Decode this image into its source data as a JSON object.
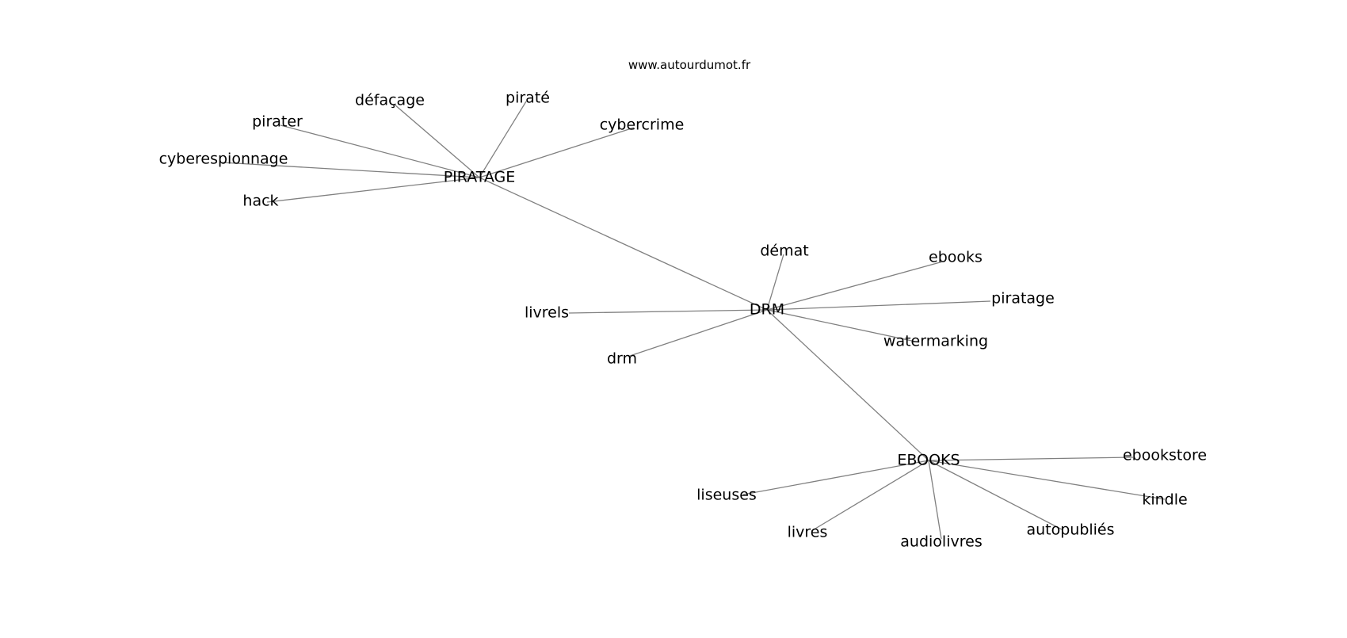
{
  "site": "www.autourdumot.fr",
  "colors": {
    "edge": "#808080",
    "text": "#000000",
    "background": "#ffffff"
  },
  "hubs": [
    {
      "id": "PIRATAGE",
      "label": "PIRATAGE"
    },
    {
      "id": "DRM",
      "label": "DRM"
    },
    {
      "id": "EBOOKS",
      "label": "EBOOKS"
    }
  ],
  "leaves": [
    {
      "id": "defacage",
      "label": "défaçage",
      "hub": "PIRATAGE"
    },
    {
      "id": "pirate",
      "label": "piraté",
      "hub": "PIRATAGE"
    },
    {
      "id": "cybercrime",
      "label": "cybercrime",
      "hub": "PIRATAGE"
    },
    {
      "id": "pirater",
      "label": "pirater",
      "hub": "PIRATAGE"
    },
    {
      "id": "cyberespionnage",
      "label": "cyberespionnage",
      "hub": "PIRATAGE"
    },
    {
      "id": "hack",
      "label": "hack",
      "hub": "PIRATAGE"
    },
    {
      "id": "demat",
      "label": "démat",
      "hub": "DRM"
    },
    {
      "id": "ebooks",
      "label": "ebooks",
      "hub": "DRM"
    },
    {
      "id": "piratage",
      "label": "piratage",
      "hub": "DRM"
    },
    {
      "id": "watermarking",
      "label": "watermarking",
      "hub": "DRM"
    },
    {
      "id": "livrels",
      "label": "livrels",
      "hub": "DRM"
    },
    {
      "id": "drm",
      "label": "drm",
      "hub": "DRM"
    },
    {
      "id": "ebookstore",
      "label": "ebookstore",
      "hub": "EBOOKS"
    },
    {
      "id": "kindle",
      "label": "kindle",
      "hub": "EBOOKS"
    },
    {
      "id": "autopublies",
      "label": "autopubliés",
      "hub": "EBOOKS"
    },
    {
      "id": "audiolivres",
      "label": "audiolivres",
      "hub": "EBOOKS"
    },
    {
      "id": "livres",
      "label": "livres",
      "hub": "EBOOKS"
    },
    {
      "id": "liseuses",
      "label": "liseuses",
      "hub": "EBOOKS"
    }
  ],
  "hub_links": [
    {
      "from": "PIRATAGE",
      "to": "DRM"
    },
    {
      "from": "DRM",
      "to": "EBOOKS"
    }
  ]
}
